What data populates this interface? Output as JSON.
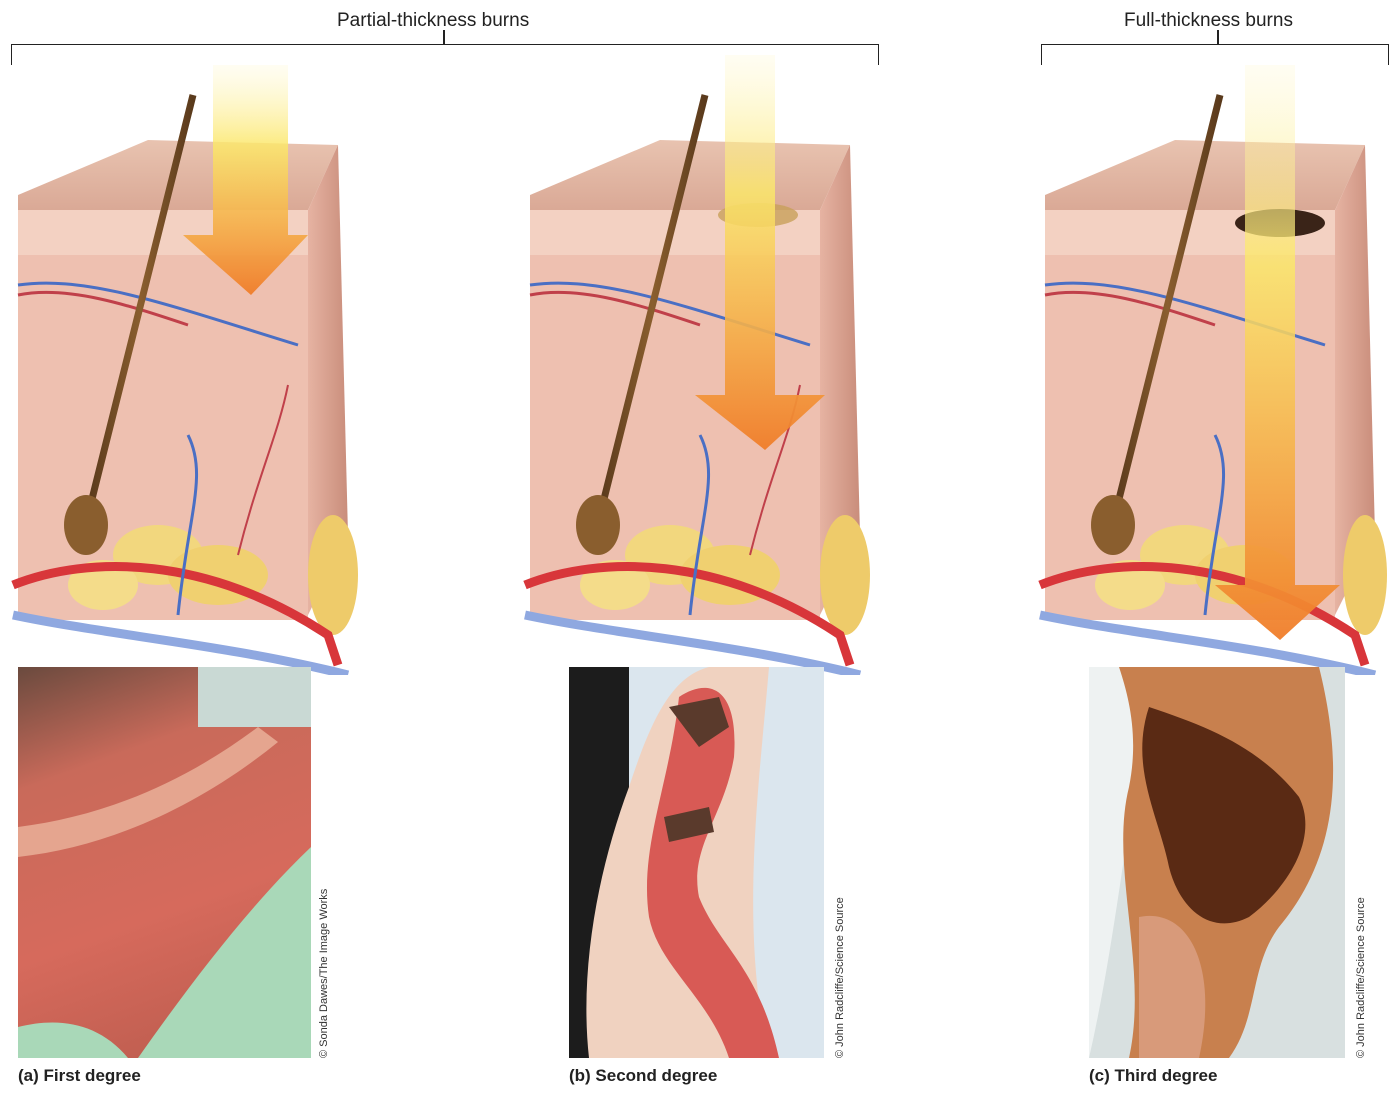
{
  "groups": {
    "partial": "Partial-thickness burns",
    "full": "Full-thickness burns"
  },
  "panels": [
    {
      "caption": "(a) First degree",
      "credit": "© Sonda Dawes/The Image Works"
    },
    {
      "caption": "(b) Second degree",
      "credit": "© John Radcliffe/Science Source"
    },
    {
      "caption": "(c) Third degree",
      "credit": "© John Radcliffe/Science Source"
    }
  ],
  "colors": {
    "skin": "#e9b9a6",
    "epidermis": "#f0cbb8",
    "fat": "#f2d77e",
    "artery": "#d8363a",
    "vein": "#4a6fc4",
    "burn_arrow_top": "#fbe76a",
    "burn_arrow_bottom": "#f07d2a"
  }
}
